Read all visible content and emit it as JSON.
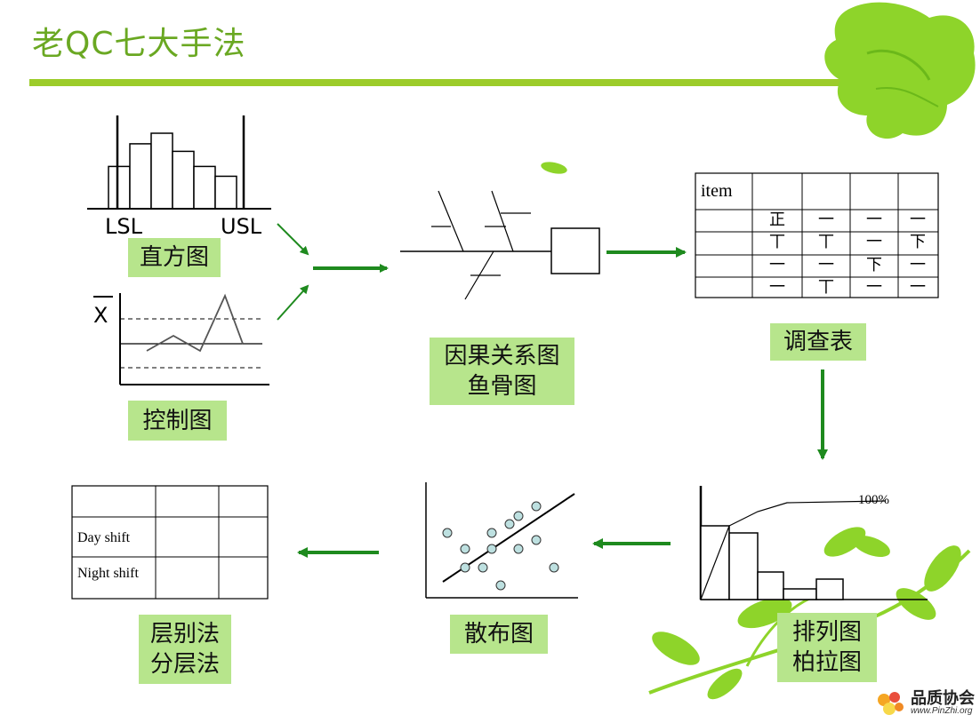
{
  "title": "老QC七大手法",
  "histogram": {
    "label": "直方图",
    "lsl": "LSL",
    "usl": "USL",
    "bars": [
      0.56,
      0.86,
      1.0,
      0.76,
      0.56,
      0.43
    ]
  },
  "control_chart": {
    "label": "控制图",
    "xbar_symbol": "X"
  },
  "fishbone": {
    "label_line1": "因果关系图",
    "label_line2": "鱼骨图"
  },
  "check_sheet": {
    "label": "调查表",
    "header_cell": "item",
    "tally": [
      [
        "",
        "正",
        "一",
        "一",
        "一"
      ],
      [
        "",
        "丅",
        "丅",
        "一",
        "下"
      ],
      [
        "",
        "一",
        "一",
        "下",
        "一"
      ],
      [
        "",
        "一",
        "丅",
        "一",
        "一"
      ]
    ]
  },
  "pareto": {
    "label_line1": "排列图",
    "label_line2": "柏拉图",
    "cumulative_label": "100%"
  },
  "scatter": {
    "label": "散布图"
  },
  "stratification": {
    "label_line1": "层别法",
    "label_line2": "分层法",
    "row1": "Day shift",
    "row2": "Night shift"
  },
  "watermark": {
    "name": "品质协会",
    "url": "www.PinZhi.org"
  },
  "colors": {
    "title": "#6aa822",
    "rule": "#9ccc2a",
    "label_bg": "#b7e58c",
    "arrow": "#1e8a1e",
    "leaf": "#8ed42a"
  }
}
